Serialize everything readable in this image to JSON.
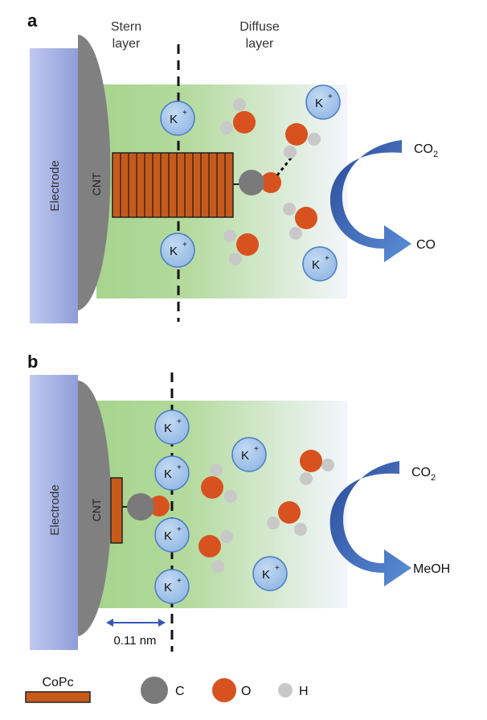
{
  "panels": [
    {
      "letter": "a",
      "stern_label": [
        "Stern",
        "layer"
      ],
      "diffuse_label": [
        "Diffuse",
        "layer"
      ],
      "electrode_label": "Electrode",
      "cnt_label": "CNT",
      "ion_label": "K",
      "reactant": "CO",
      "reactant_subscript": "2",
      "product": "CO"
    },
    {
      "letter": "b",
      "electrode_label": "Electrode",
      "cnt_label": "CNT",
      "ion_label": "K",
      "reactant": "CO",
      "reactant_subscript": "2",
      "product": "MeOH",
      "distance_label": "0.11 nm"
    }
  ],
  "legend": {
    "copc": "CoPc",
    "carbon": "C",
    "oxygen": "O",
    "hydrogen": "H"
  },
  "colors": {
    "electrode": "#a9b5e3",
    "cnt": "#808080",
    "stern_green": "#a6d48d",
    "k_ion": "#a9c8ec",
    "oxygen": "#d8521f",
    "carbon": "#7a7a7a",
    "hydrogen": "#c8c8c8",
    "copc": "#c85a1a",
    "arrow": "#3558b0"
  }
}
